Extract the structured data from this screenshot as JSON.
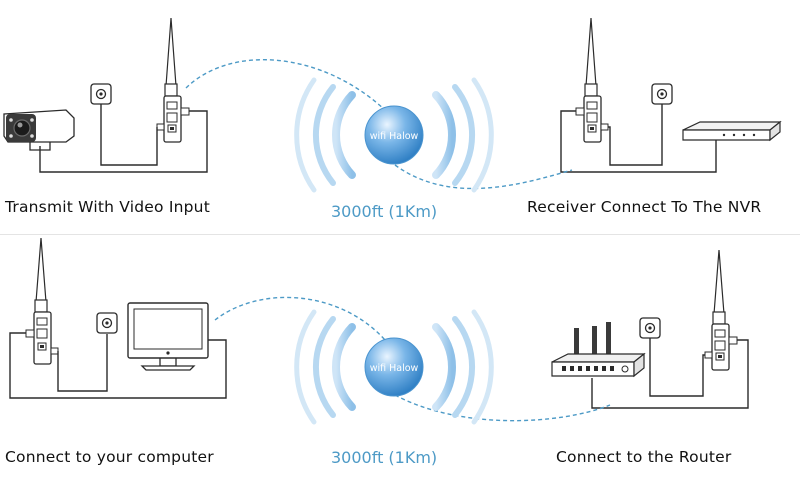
{
  "colors": {
    "line": "#2b2b2b",
    "link": "#4d9ac6",
    "orb": "#3f8fd0",
    "wave": "#9cc8ea",
    "range_text": "#4d9ac6"
  },
  "scenes": [
    {
      "caption": "Transmit With Video Input",
      "device": "camera-icon"
    },
    {
      "caption": "Receiver Connect To The NVR",
      "device": "nvr-icon"
    },
    {
      "caption": "Connect to your computer",
      "device": "monitor-icon"
    },
    {
      "caption": "Connect to the Router",
      "device": "router-icon"
    }
  ],
  "links": [
    {
      "badge": "wifi Halow",
      "range": "3000ft (1Km)"
    },
    {
      "badge": "wifi Halow",
      "range": "3000ft (1Km)"
    }
  ]
}
